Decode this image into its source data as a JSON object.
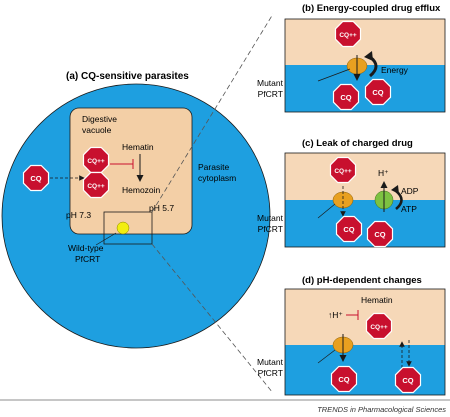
{
  "colors": {
    "cytoplasm_blue": "#1e9fe0",
    "vacuole_tan": "#f3cfa6",
    "panel_tan": "#f6d8b8",
    "drug_red": "#c8102e",
    "pfcrt_orange": "#e8a020",
    "wildtype_yellow": "#f2ee10",
    "atpase_green": "#7dc242",
    "line_dark": "#1a1a1a",
    "dash_gray": "#555555"
  },
  "panel_a": {
    "title": "(a)  CQ-sensitive parasites",
    "vacuole_label_1": "Digestive",
    "vacuole_label_2": "vacuole",
    "cytoplasm_label_1": "Parasite",
    "cytoplasm_label_2": "cytoplasm",
    "hematin": "Hematin",
    "hemozoin": "Hemozoin",
    "ph_vacuole": "pH 5.7",
    "ph_cytoplasm": "pH 7.3",
    "wildtype_label_1": "Wild-type",
    "wildtype_label_2": "PfCRT",
    "cq": "CQ",
    "cq_charged": "CQ++",
    "cq_charged_2": "CQ++"
  },
  "panel_b": {
    "title": "(b)  Energy-coupled drug efflux",
    "cq_charged": "CQ++",
    "energy": "Energy",
    "mutant_1": "Mutant",
    "mutant_2": "PfCRT",
    "cq_1": "CQ",
    "cq_2": "CQ"
  },
  "panel_c": {
    "title": "(c)  Leak of charged drug",
    "cq_charged": "CQ++",
    "h_plus": "H⁺",
    "adp": "ADP",
    "atp": "ATP",
    "mutant_1": "Mutant",
    "mutant_2": "PfCRT",
    "cq_1": "CQ",
    "cq_2": "CQ"
  },
  "panel_d": {
    "title": "(d)  pH-dependent changes",
    "hematin": "Hematin",
    "h_up": "↑H⁺",
    "cq_charged": "CQ++",
    "mutant_1": "Mutant",
    "mutant_2": "PfCRT",
    "cq_1": "CQ",
    "cq_2": "CQ"
  },
  "footer": "TRENDS in Pharmacological Sciences"
}
